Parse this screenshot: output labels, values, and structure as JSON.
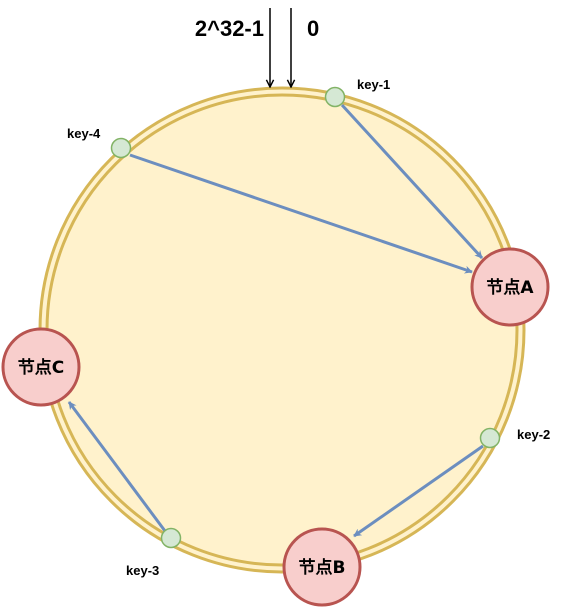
{
  "colors": {
    "ring_fill": "#fff2cc",
    "ring_stroke": "#d6b656",
    "node_fill": "#f8cecc",
    "node_stroke": "#b85450",
    "key_fill": "#d5e8d4",
    "key_stroke": "#82b366",
    "arrow": "#6c8ebf",
    "text": "#000000"
  },
  "top_markers": {
    "max_label": "2^32-1",
    "zero_label": "0"
  },
  "nodes": {
    "a": {
      "label": "节点A"
    },
    "b": {
      "label": "节点B"
    },
    "c": {
      "label": "节点C"
    }
  },
  "keys": {
    "key1": {
      "label": "key-1",
      "maps_to": "节点A"
    },
    "key2": {
      "label": "key-2",
      "maps_to": "节点B"
    },
    "key3": {
      "label": "key-3",
      "maps_to": "节点C"
    },
    "key4": {
      "label": "key-4",
      "maps_to": "节点A"
    }
  }
}
